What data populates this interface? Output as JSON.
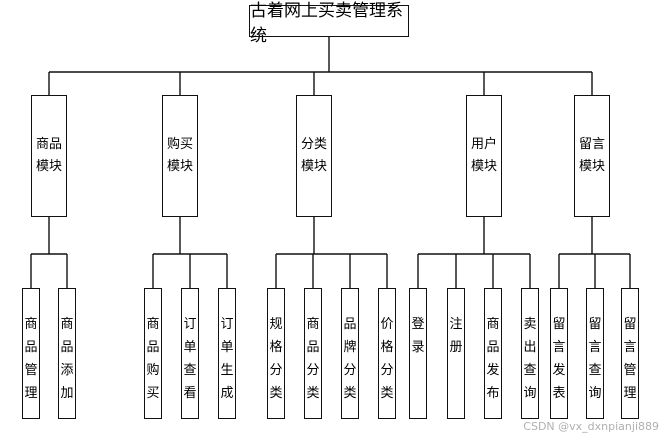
{
  "title": "古着网上买卖管理系统",
  "modules": [
    {
      "label": "商品模块",
      "children": [
        "商品管理",
        "商品添加"
      ]
    },
    {
      "label": "购买模块",
      "children": [
        "商品购买",
        "订单查看",
        "订单生成"
      ]
    },
    {
      "label": "分类模块",
      "children": [
        "规格分类",
        "商品分类",
        "品牌分类",
        "价格分类"
      ]
    },
    {
      "label": "用户模块",
      "children": [
        "登录",
        "注册",
        "商品发布",
        "卖出查询"
      ]
    },
    {
      "label": "留言模块",
      "children": [
        "留言发表",
        "留言查询",
        "留言管理"
      ]
    }
  ],
  "watermark": "CSDN @vx_dxnpianji889"
}
